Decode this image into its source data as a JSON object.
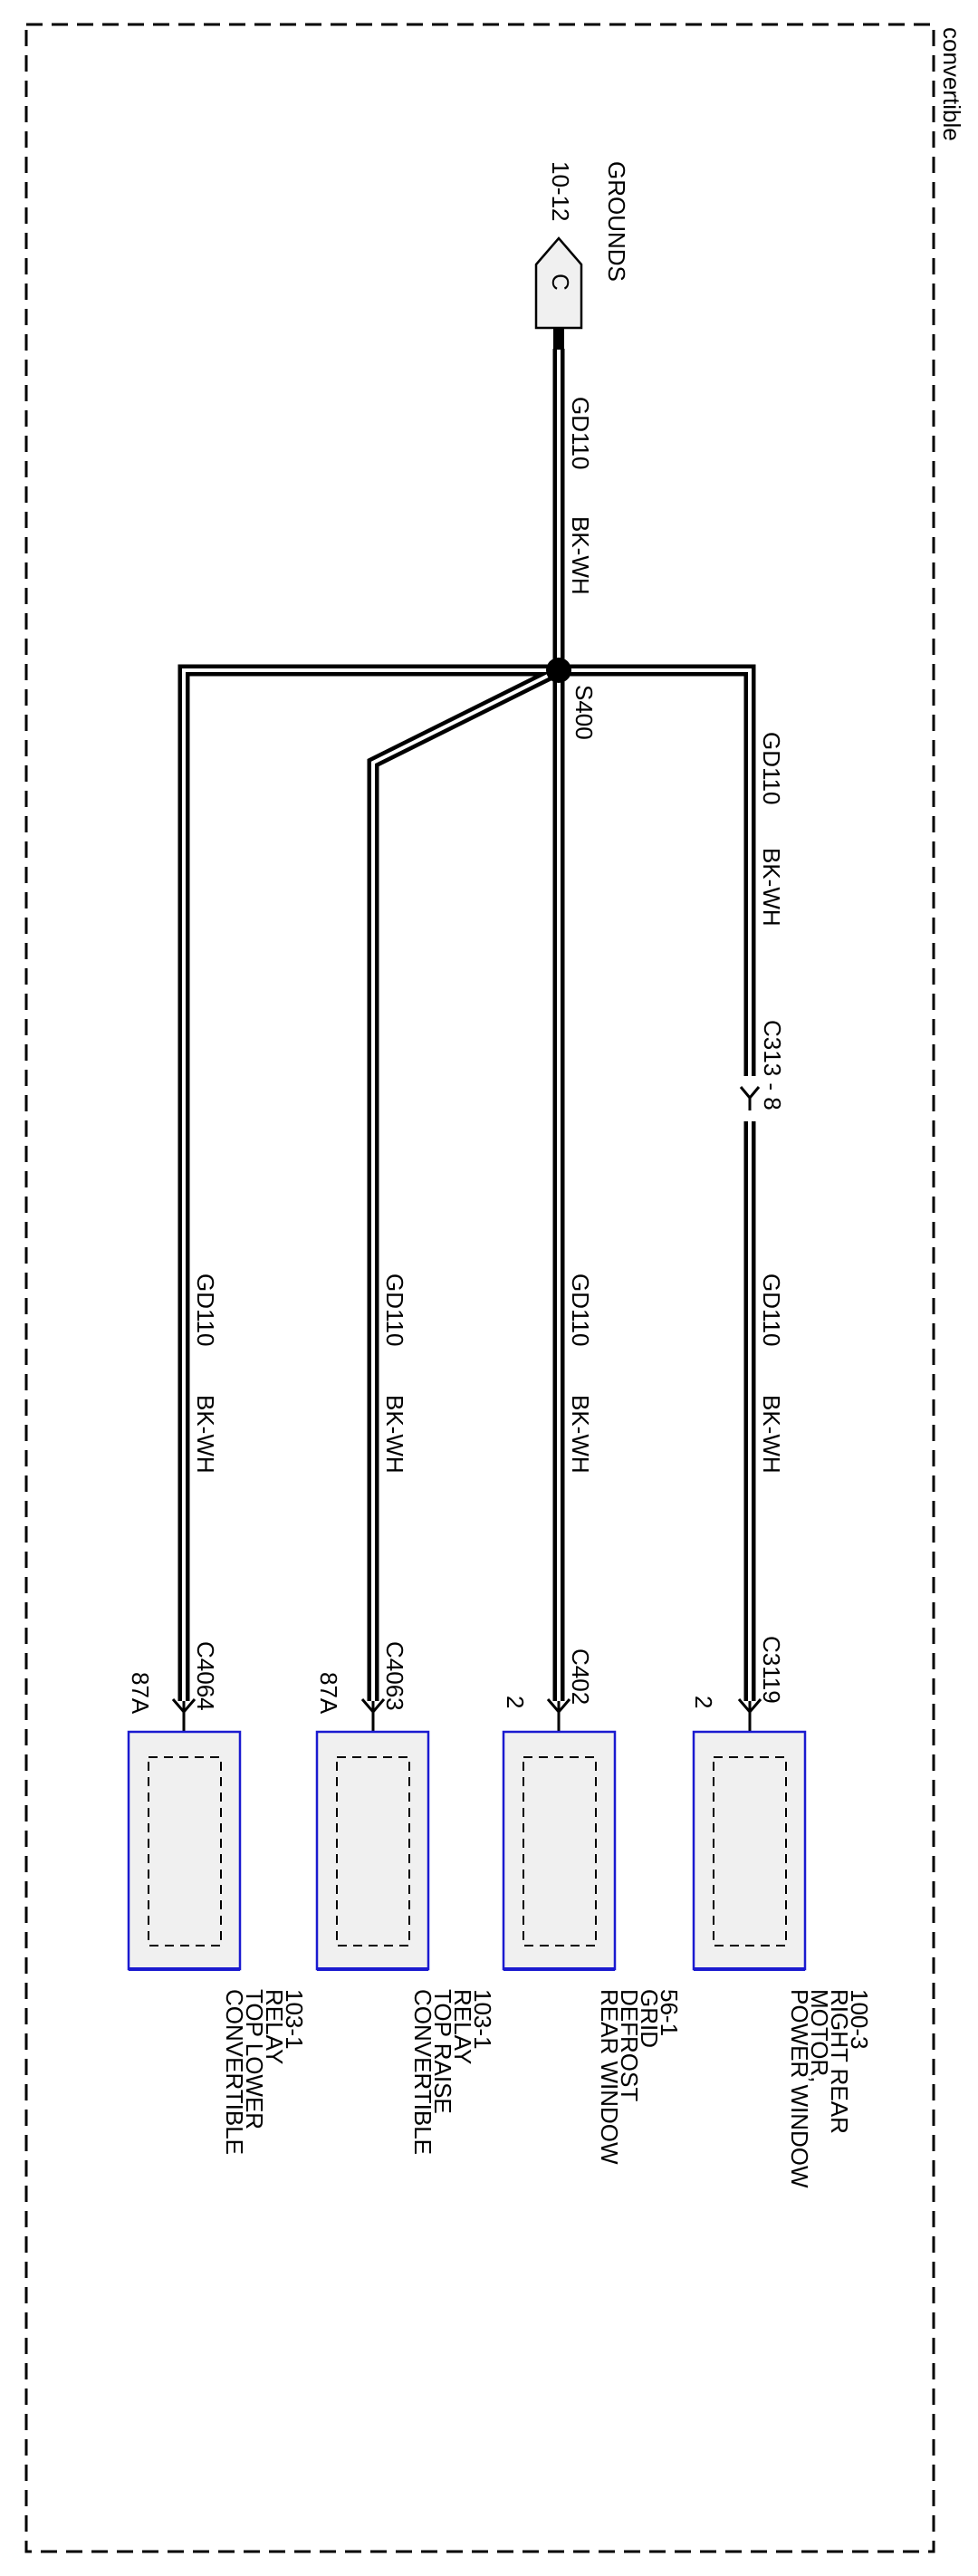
{
  "region_label": "convertible",
  "ground": {
    "title": "GROUNDS",
    "page_ref": "10-12",
    "connector_letter": "C"
  },
  "main_wire": {
    "circuit": "GD110",
    "color": "BK-WH"
  },
  "splice": {
    "id": "S400"
  },
  "inline_connector": {
    "id": "C313 - 8"
  },
  "branches": [
    {
      "id": "power-window-motor",
      "circuit_upper": "GD110",
      "color_upper": "BK-WH",
      "circuit": "GD110",
      "color": "BK-WH",
      "connector": "C3119",
      "pin": "2",
      "component": [
        "POWER WINDOW",
        "MOTOR,",
        "RIGHT REAR",
        "100-3"
      ]
    },
    {
      "id": "rear-window-defrost",
      "circuit": "GD110",
      "color": "BK-WH",
      "connector": "C402",
      "pin": "2",
      "component": [
        "REAR WINDOW",
        "DEFROST",
        "GRID",
        "56-1"
      ]
    },
    {
      "id": "convertible-top-raise",
      "circuit": "GD110",
      "color": "BK-WH",
      "connector": "C4063",
      "pin": "87A",
      "component": [
        "CONVERTIBLE",
        "TOP RAISE",
        "RELAY",
        "103-1"
      ]
    },
    {
      "id": "convertible-top-lower",
      "circuit": "GD110",
      "color": "BK-WH",
      "connector": "C4064",
      "pin": "87A",
      "component": [
        "CONVERTIBLE",
        "TOP LOWER",
        "RELAY",
        "103-1"
      ]
    }
  ]
}
